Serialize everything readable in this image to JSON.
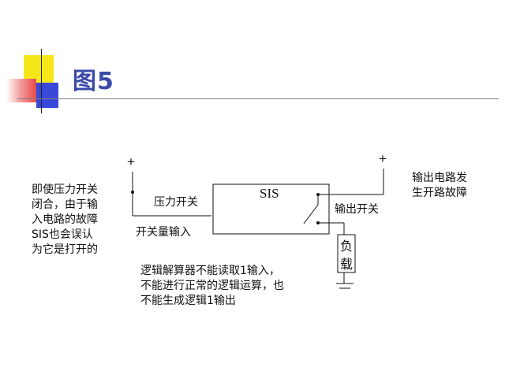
{
  "title": "图5",
  "notes": {
    "left": [
      "即使压力开关",
      "闭合，由于输",
      "入电路的故障",
      "SIS也会误认",
      "为它是打开的"
    ],
    "right": [
      "输出电路发",
      "生开路故障"
    ],
    "bottom": [
      "逻辑解算器不能读取1输入，",
      "不能进行正常的逻辑运算，也",
      "不能生成逻辑1输出"
    ]
  },
  "labels": {
    "pressure_switch": "压力开关",
    "switch_input": "开关量输入",
    "sis": "SIS",
    "output_switch": "输出开关",
    "load": [
      "负",
      "载"
    ],
    "plus": "+"
  }
}
